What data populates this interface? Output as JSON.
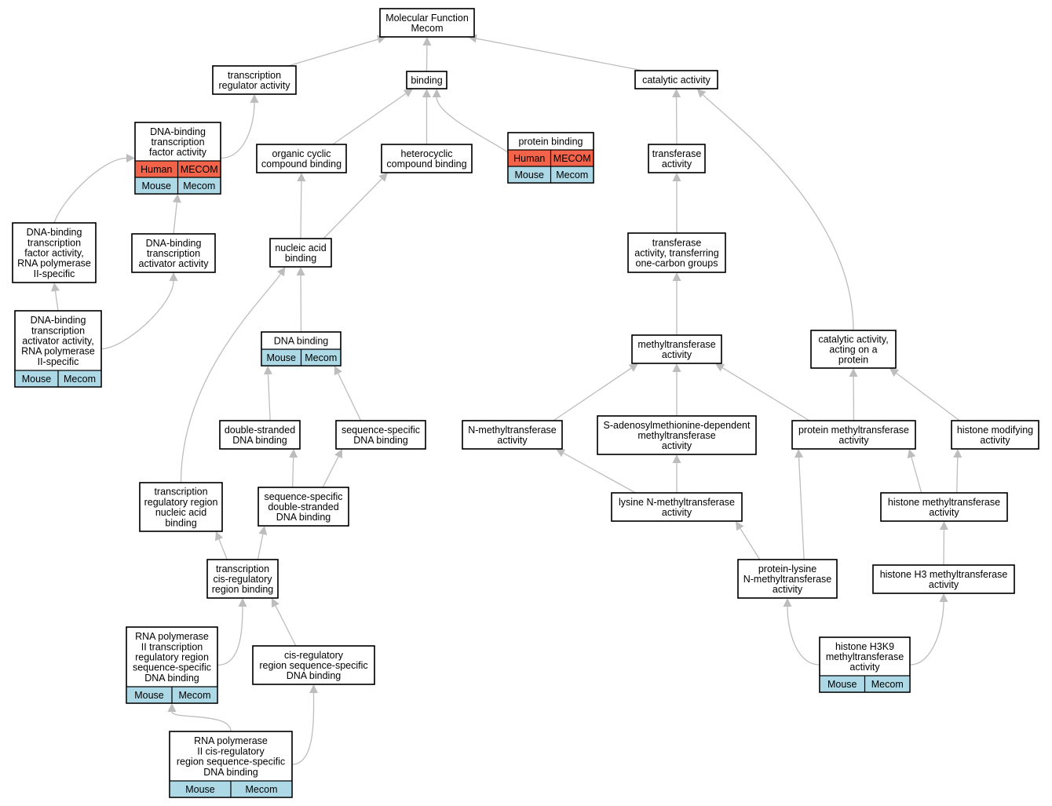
{
  "graph": {
    "title": "Molecular Function Mecom",
    "colors": {
      "edge": "#bdbdbd",
      "node_fill": "#ffffff",
      "node_stroke": "#000000",
      "human_fill": "#f2634a",
      "mouse_fill": "#add8e6"
    },
    "nodes": [
      {
        "id": "root",
        "lines": [
          "Molecular Function",
          "Mecom"
        ],
        "annotations": []
      },
      {
        "id": "transcription-regulator-activity",
        "lines": [
          "transcription",
          "regulator activity"
        ],
        "annotations": []
      },
      {
        "id": "binding",
        "lines": [
          "binding"
        ],
        "annotations": []
      },
      {
        "id": "catalytic-activity",
        "lines": [
          "catalytic activity"
        ],
        "annotations": []
      },
      {
        "id": "dna-binding-tf-activity",
        "lines": [
          "DNA-binding",
          "transcription",
          "factor activity"
        ],
        "annotations": [
          {
            "species": "Human",
            "gene": "MECOM"
          },
          {
            "species": "Mouse",
            "gene": "Mecom"
          }
        ]
      },
      {
        "id": "organic-cyclic-compound-binding",
        "lines": [
          "organic cyclic",
          "compound binding"
        ],
        "annotations": []
      },
      {
        "id": "heterocyclic-compound-binding",
        "lines": [
          "heterocyclic",
          "compound binding"
        ],
        "annotations": []
      },
      {
        "id": "protein-binding",
        "lines": [
          "protein binding"
        ],
        "annotations": [
          {
            "species": "Human",
            "gene": "MECOM"
          },
          {
            "species": "Mouse",
            "gene": "Mecom"
          }
        ]
      },
      {
        "id": "transferase-activity",
        "lines": [
          "transferase",
          "activity"
        ],
        "annotations": []
      },
      {
        "id": "dna-binding-tf-activity-rnap2",
        "lines": [
          "DNA-binding",
          "transcription",
          "factor activity,",
          "RNA polymerase",
          "II-specific"
        ],
        "annotations": []
      },
      {
        "id": "dna-binding-tf-activator-activity",
        "lines": [
          "DNA-binding",
          "transcription",
          "activator activity"
        ],
        "annotations": []
      },
      {
        "id": "nucleic-acid-binding",
        "lines": [
          "nucleic acid",
          "binding"
        ],
        "annotations": []
      },
      {
        "id": "transferase-one-carbon",
        "lines": [
          "transferase",
          "activity, transferring",
          "one-carbon groups"
        ],
        "annotations": []
      },
      {
        "id": "dna-binding-tf-activator-activity-rnap2",
        "lines": [
          "DNA-binding",
          "transcription",
          "activator activity,",
          "RNA polymerase",
          "II-specific"
        ],
        "annotations": [
          {
            "species": "Mouse",
            "gene": "Mecom"
          }
        ]
      },
      {
        "id": "dna-binding",
        "lines": [
          "DNA binding"
        ],
        "annotations": [
          {
            "species": "Mouse",
            "gene": "Mecom"
          }
        ]
      },
      {
        "id": "methyltransferase-activity",
        "lines": [
          "methyltransferase",
          "activity"
        ],
        "annotations": []
      },
      {
        "id": "catalytic-activity-on-protein",
        "lines": [
          "catalytic activity,",
          "acting on a",
          "protein"
        ],
        "annotations": []
      },
      {
        "id": "double-stranded-dna-binding",
        "lines": [
          "double-stranded",
          "DNA binding"
        ],
        "annotations": []
      },
      {
        "id": "sequence-specific-dna-binding",
        "lines": [
          "sequence-specific",
          "DNA binding"
        ],
        "annotations": []
      },
      {
        "id": "n-methyltransferase-activity",
        "lines": [
          "N-methyltransferase",
          "activity"
        ],
        "annotations": []
      },
      {
        "id": "sam-dependent-methyltransferase",
        "lines": [
          "S-adenosylmethionine-dependent",
          "methyltransferase",
          "activity"
        ],
        "annotations": []
      },
      {
        "id": "protein-methyltransferase-activity",
        "lines": [
          "protein methyltransferase",
          "activity"
        ],
        "annotations": []
      },
      {
        "id": "histone-modifying-activity",
        "lines": [
          "histone modifying",
          "activity"
        ],
        "annotations": []
      },
      {
        "id": "transcription-regulatory-region-nucleic-acid-binding",
        "lines": [
          "transcription",
          "regulatory region",
          "nucleic acid",
          "binding"
        ],
        "annotations": []
      },
      {
        "id": "sequence-specific-dsdna-binding",
        "lines": [
          "sequence-specific",
          "double-stranded",
          "DNA binding"
        ],
        "annotations": []
      },
      {
        "id": "lysine-n-methyltransferase-activity",
        "lines": [
          "lysine N-methyltransferase",
          "activity"
        ],
        "annotations": []
      },
      {
        "id": "histone-methyltransferase-activity",
        "lines": [
          "histone methyltransferase",
          "activity"
        ],
        "annotations": []
      },
      {
        "id": "transcription-cis-regulatory-region-binding",
        "lines": [
          "transcription",
          "cis-regulatory",
          "region binding"
        ],
        "annotations": []
      },
      {
        "id": "protein-lysine-n-methyltransferase-activity",
        "lines": [
          "protein-lysine",
          "N-methyltransferase",
          "activity"
        ],
        "annotations": []
      },
      {
        "id": "histone-h3-methyltransferase-activity",
        "lines": [
          "histone H3 methyltransferase",
          "activity"
        ],
        "annotations": []
      },
      {
        "id": "rnap2-transcription-regulatory-region-ssdna-binding",
        "lines": [
          "RNA polymerase",
          "II transcription",
          "regulatory region",
          "sequence-specific",
          "DNA binding"
        ],
        "annotations": [
          {
            "species": "Mouse",
            "gene": "Mecom"
          }
        ]
      },
      {
        "id": "cis-regulatory-region-ss-dna-binding",
        "lines": [
          "cis-regulatory",
          "region sequence-specific",
          "DNA binding"
        ],
        "annotations": []
      },
      {
        "id": "histone-h3k9-methyltransferase-activity",
        "lines": [
          "histone H3K9",
          "methyltransferase",
          "activity"
        ],
        "annotations": [
          {
            "species": "Mouse",
            "gene": "Mecom"
          }
        ]
      },
      {
        "id": "rnap2-cis-regulatory-region-ss-dna-binding",
        "lines": [
          "RNA polymerase",
          "II cis-regulatory",
          "region sequence-specific",
          "DNA binding"
        ],
        "annotations": [
          {
            "species": "Mouse",
            "gene": "Mecom"
          }
        ]
      }
    ],
    "edges": [
      {
        "from": "transcription-regulator-activity",
        "to": "root"
      },
      {
        "from": "binding",
        "to": "root"
      },
      {
        "from": "catalytic-activity",
        "to": "root"
      },
      {
        "from": "dna-binding-tf-activity",
        "to": "transcription-regulator-activity"
      },
      {
        "from": "organic-cyclic-compound-binding",
        "to": "binding"
      },
      {
        "from": "heterocyclic-compound-binding",
        "to": "binding"
      },
      {
        "from": "protein-binding",
        "to": "binding"
      },
      {
        "from": "transferase-activity",
        "to": "catalytic-activity"
      },
      {
        "from": "catalytic-activity-on-protein",
        "to": "catalytic-activity"
      },
      {
        "from": "dna-binding-tf-activity-rnap2",
        "to": "dna-binding-tf-activity"
      },
      {
        "from": "dna-binding-tf-activator-activity",
        "to": "dna-binding-tf-activity"
      },
      {
        "from": "dna-binding-tf-activator-activity-rnap2",
        "to": "dna-binding-tf-activity-rnap2"
      },
      {
        "from": "dna-binding-tf-activator-activity-rnap2",
        "to": "dna-binding-tf-activator-activity"
      },
      {
        "from": "nucleic-acid-binding",
        "to": "organic-cyclic-compound-binding"
      },
      {
        "from": "nucleic-acid-binding",
        "to": "heterocyclic-compound-binding"
      },
      {
        "from": "dna-binding",
        "to": "nucleic-acid-binding"
      },
      {
        "from": "transcription-regulatory-region-nucleic-acid-binding",
        "to": "nucleic-acid-binding"
      },
      {
        "from": "double-stranded-dna-binding",
        "to": "dna-binding"
      },
      {
        "from": "sequence-specific-dna-binding",
        "to": "dna-binding"
      },
      {
        "from": "sequence-specific-dsdna-binding",
        "to": "double-stranded-dna-binding"
      },
      {
        "from": "sequence-specific-dsdna-binding",
        "to": "sequence-specific-dna-binding"
      },
      {
        "from": "transcription-cis-regulatory-region-binding",
        "to": "transcription-regulatory-region-nucleic-acid-binding"
      },
      {
        "from": "transcription-cis-regulatory-region-binding",
        "to": "sequence-specific-dsdna-binding"
      },
      {
        "from": "rnap2-transcription-regulatory-region-ssdna-binding",
        "to": "transcription-cis-regulatory-region-binding"
      },
      {
        "from": "cis-regulatory-region-ss-dna-binding",
        "to": "transcription-cis-regulatory-region-binding"
      },
      {
        "from": "rnap2-cis-regulatory-region-ss-dna-binding",
        "to": "rnap2-transcription-regulatory-region-ssdna-binding"
      },
      {
        "from": "rnap2-cis-regulatory-region-ss-dna-binding",
        "to": "cis-regulatory-region-ss-dna-binding"
      },
      {
        "from": "transferase-one-carbon",
        "to": "transferase-activity"
      },
      {
        "from": "methyltransferase-activity",
        "to": "transferase-one-carbon"
      },
      {
        "from": "n-methyltransferase-activity",
        "to": "methyltransferase-activity"
      },
      {
        "from": "sam-dependent-methyltransferase",
        "to": "methyltransferase-activity"
      },
      {
        "from": "protein-methyltransferase-activity",
        "to": "methyltransferase-activity"
      },
      {
        "from": "protein-methyltransferase-activity",
        "to": "catalytic-activity-on-protein"
      },
      {
        "from": "histone-modifying-activity",
        "to": "catalytic-activity-on-protein"
      },
      {
        "from": "lysine-n-methyltransferase-activity",
        "to": "n-methyltransferase-activity"
      },
      {
        "from": "lysine-n-methyltransferase-activity",
        "to": "sam-dependent-methyltransferase"
      },
      {
        "from": "histone-methyltransferase-activity",
        "to": "protein-methyltransferase-activity"
      },
      {
        "from": "histone-methyltransferase-activity",
        "to": "histone-modifying-activity"
      },
      {
        "from": "protein-lysine-n-methyltransferase-activity",
        "to": "lysine-n-methyltransferase-activity"
      },
      {
        "from": "protein-lysine-n-methyltransferase-activity",
        "to": "protein-methyltransferase-activity"
      },
      {
        "from": "histone-h3-methyltransferase-activity",
        "to": "histone-methyltransferase-activity"
      },
      {
        "from": "histone-h3k9-methyltransferase-activity",
        "to": "protein-lysine-n-methyltransferase-activity"
      },
      {
        "from": "histone-h3k9-methyltransferase-activity",
        "to": "histone-h3-methyltransferase-activity"
      }
    ]
  }
}
